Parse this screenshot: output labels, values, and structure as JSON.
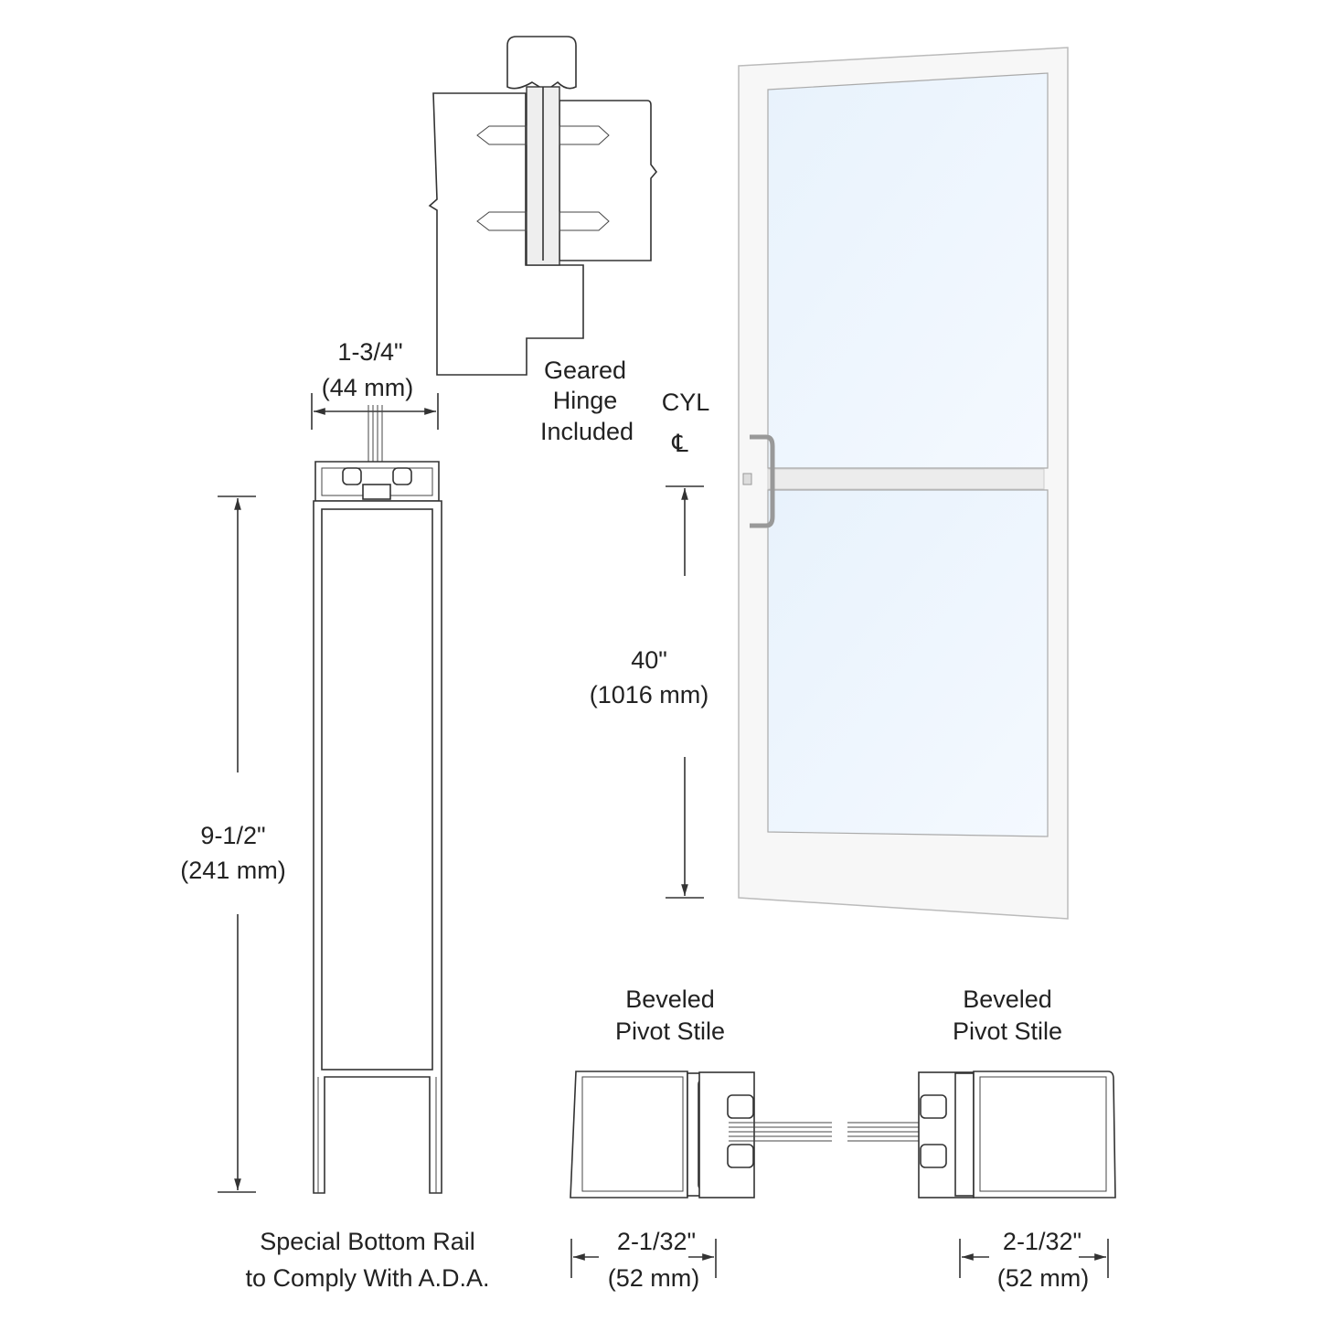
{
  "hinge": {
    "caption": [
      "Geared",
      "Hinge",
      "Included"
    ]
  },
  "top_dimension": {
    "imperial": "1-3/4\"",
    "metric": "(44 mm)"
  },
  "cylinder": {
    "label": "CYL",
    "centerline_symbol": "℄"
  },
  "door_dimension": {
    "imperial": "40\"",
    "metric": "(1016 mm)"
  },
  "bottom_rail_dimension": {
    "imperial": "9-1/2\"",
    "metric": "(241 mm)"
  },
  "bottom_rail_caption": [
    "Special Bottom Rail",
    "to Comply With A.D.A."
  ],
  "stile_left": {
    "title": [
      "Beveled",
      "Pivot Stile"
    ],
    "imperial": "2-1/32\"",
    "metric": "(52 mm)"
  },
  "stile_right": {
    "title": [
      "Beveled",
      "Pivot Stile"
    ],
    "imperial": "2-1/32\"",
    "metric": "(52 mm)"
  },
  "colors": {
    "line": "#333333",
    "glass": "#eef6fd",
    "frame": "#f7f7f7"
  }
}
